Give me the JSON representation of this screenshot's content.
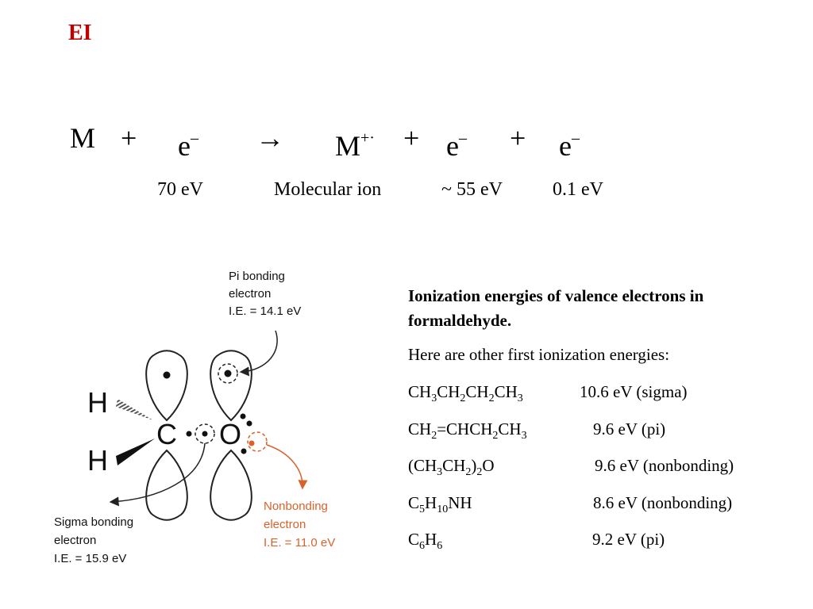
{
  "slide": {
    "title": "EI",
    "equation": {
      "reactant_m": "M",
      "plus1": "+",
      "reactant_e": "e",
      "reactant_e_sup": "–",
      "arrow": "→",
      "product_m": "M",
      "product_m_sup": "+·",
      "plus2": "+",
      "product_e1": "e",
      "product_e1_sup": "–",
      "plus3": "+",
      "product_e2": "e",
      "product_e2_sup": "–"
    },
    "labels": {
      "energy_in": "70 eV",
      "molecular_ion": "Molecular ion",
      "energy_out": "~ 55 eV",
      "energy_low": "0.1 eV"
    },
    "diagram": {
      "atom_h_top": "H",
      "atom_h_bottom": "H",
      "atom_c": "C",
      "atom_o": "O",
      "pi_label_line1": "Pi bonding",
      "pi_label_line2": "electron",
      "pi_label_line3": "I.E. = 14.1 eV",
      "sigma_label_line1": "Sigma bonding",
      "sigma_label_line2": "electron",
      "sigma_label_line3": "I.E. = 15.9 eV",
      "nonbonding_label_line1": "Nonbonding",
      "nonbonding_label_line2": "electron",
      "nonbonding_label_line3": "I.E. = 11.0 eV",
      "colors": {
        "orbital_stroke": "#222222",
        "nonbonding_accent": "#d9622b"
      }
    },
    "ie_panel": {
      "heading": "Ionization energies of valence electrons in formaldehyde.",
      "intro": "Here are other first ionization energies:",
      "rows": [
        {
          "f": [
            [
              "CH",
              "3"
            ],
            [
              "CH",
              "2"
            ],
            [
              "CH",
              "2"
            ],
            [
              "CH",
              "3"
            ]
          ],
          "energy": "10.6 eV (sigma)"
        },
        {
          "f": [
            [
              "CH",
              "2"
            ],
            [
              "=CHCH",
              "2"
            ],
            [
              "CH",
              "3"
            ]
          ],
          "energy": "9.6 eV (pi)"
        },
        {
          "f": [
            [
              "(CH",
              "3"
            ],
            [
              "CH",
              "2"
            ],
            [
              ")",
              "2"
            ],
            [
              "O",
              ""
            ]
          ],
          "energy": "9.6 eV (nonbonding)"
        },
        {
          "f": [
            [
              "C",
              "5"
            ],
            [
              "H",
              "10"
            ],
            [
              "NH",
              ""
            ]
          ],
          "energy": "8.6 eV (nonbonding)"
        },
        {
          "f": [
            [
              "C",
              "6"
            ],
            [
              "H",
              "6"
            ]
          ],
          "energy": "9.2 eV (pi)"
        }
      ]
    }
  }
}
